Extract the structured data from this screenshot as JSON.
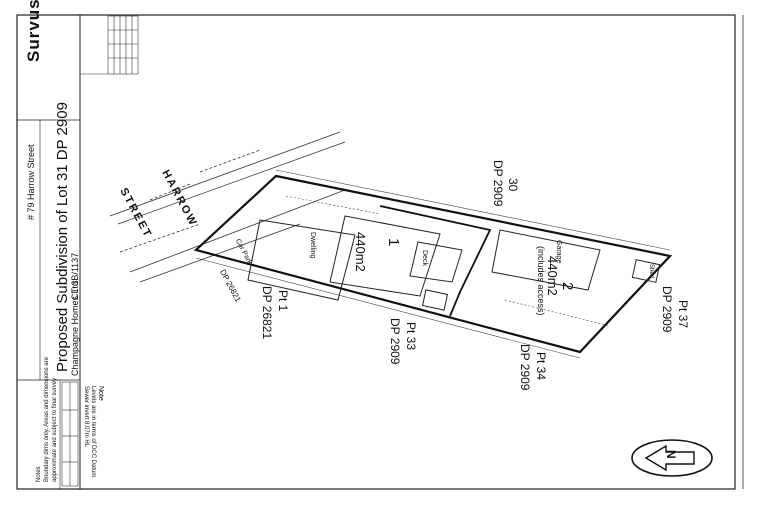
{
  "title_block": {
    "company": "Survus",
    "title": "Proposed Subdivision of Lot 31 DP 2909",
    "address": "# 79 Harrow Street",
    "ct": "CT 3B/1137",
    "client": "Champagne Homes Ltd"
  },
  "street": {
    "name_line1": "HARROW",
    "name_line2": "STREET"
  },
  "neighbours": {
    "north": {
      "lot": "30",
      "dp": "DP 2909"
    },
    "east": {
      "lot": "Pt 37",
      "dp": "DP 2909"
    },
    "south_east": {
      "lot": "Pt 34",
      "dp": "DP 2909"
    },
    "south": {
      "lot": "Pt 33",
      "dp": "DP 2909"
    },
    "west": {
      "lot": "Pt 1",
      "dp": "DP 26821"
    },
    "west_corner": {
      "dp": "DP 26821"
    }
  },
  "lots": {
    "lot1": {
      "number": "1",
      "area": "440m2"
    },
    "lot2": {
      "number": "2",
      "area": "440m2",
      "note": "(includes access)"
    }
  },
  "labels": {
    "garage": "Garage",
    "dwelling": "Dwelling",
    "deck": "Deck",
    "carport": "Car Park",
    "shed": "Shed"
  },
  "notes": {
    "heading": "Note",
    "line1": "Levels are in terms of DCC Datum",
    "line2": "Sewer invert 8.07m HL"
  },
  "footnote": {
    "heading": "Notes",
    "line1": "Boundary dims only. Areas and dimensions are",
    "line2": "approximate and subject to final survey"
  },
  "north_arrow": {
    "letter": "N"
  },
  "colors": {
    "ink": "#222222",
    "paper": "#ffffff"
  }
}
